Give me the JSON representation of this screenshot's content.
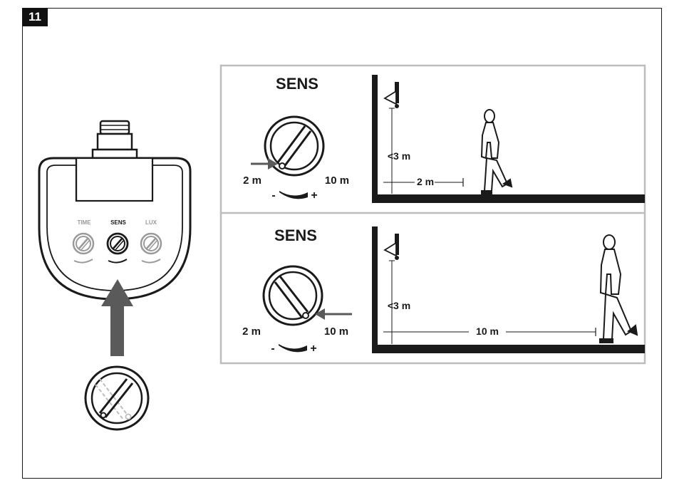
{
  "step_number": "11",
  "device": {
    "knobs": [
      {
        "label": "TIME",
        "active": false
      },
      {
        "label": "SENS",
        "active": true
      },
      {
        "label": "LUX",
        "active": false
      }
    ]
  },
  "panels": [
    {
      "title": "SENS",
      "min_label": "2 m",
      "max_label": "10 m",
      "minus": "-",
      "plus": "+",
      "height_label": "<3 m",
      "distance_label": "2 m",
      "setting": "min"
    },
    {
      "title": "SENS",
      "min_label": "2 m",
      "max_label": "10 m",
      "minus": "-",
      "plus": "+",
      "height_label": "<3 m",
      "distance_label": "10 m",
      "setting": "max"
    }
  ],
  "colors": {
    "ink": "#1a1a1a",
    "grey": "#8c8c8c",
    "light_grey": "#bdbdbd",
    "arrow": "#5a5a5a"
  }
}
